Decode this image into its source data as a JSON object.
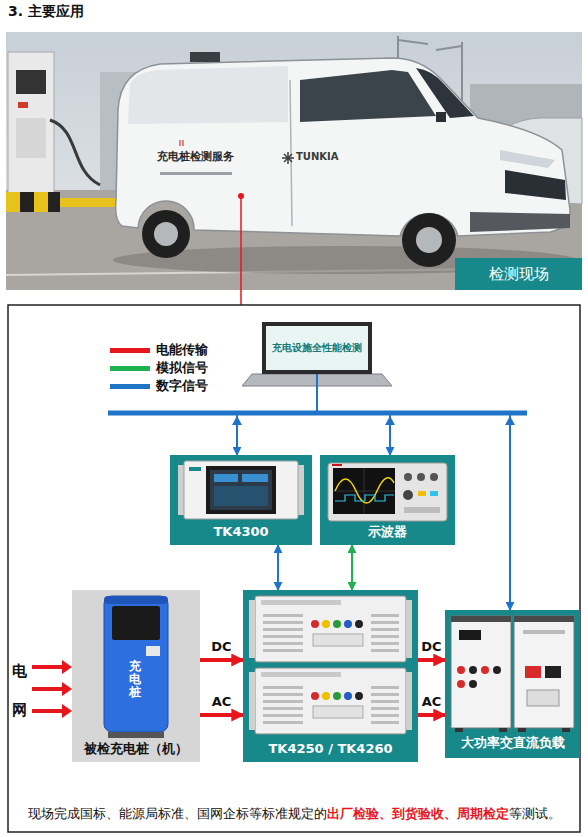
{
  "diagram": {
    "title": "3. 主要应用",
    "nodes": [
      {
        "text": [
          "检测现场"
        ]
      },
      {
        "text": [
          "充电设施全性能检测"
        ]
      },
      {
        "text": [
          "TK4300"
        ]
      },
      {
        "text": [
          "示波器"
        ]
      },
      {
        "text": [
          "充电桩",
          "被检充电桩（机）"
        ]
      },
      {
        "text": [
          "TK4250 / TK4260"
        ]
      },
      {
        "text": [
          "大功率交直流负载"
        ]
      }
    ],
    "edges": [
      {
        "from": 1,
        "to": 2,
        "arrow": "to"
      },
      {
        "from": 1,
        "to": 3,
        "arrow": "to"
      },
      {
        "from": 1,
        "to": 6,
        "arrow": "to"
      },
      {
        "from": 2,
        "to": 5,
        "arrow": "both"
      },
      {
        "from": 3,
        "to": 5,
        "arrow": "both"
      },
      {
        "from": 4,
        "to": 5,
        "label": "DC",
        "arrow": "to"
      },
      {
        "from": 4,
        "to": 5,
        "label": "AC",
        "arrow": "to"
      },
      {
        "from": 5,
        "to": 6,
        "label": "DC",
        "arrow": "to"
      },
      {
        "from": 5,
        "to": 6,
        "label": "AC",
        "arrow": "to"
      }
    ],
    "labels": [
      "充电桩检测服务",
      "TUNKIA",
      "电",
      "网",
      "现场完成国标、能源局标准、国网企标等标准规定的",
      "出厂检验、到货验收、周期检定",
      "等测试。"
    ],
    "legend": [
      {
        "text": "电能传输",
        "color": "#e8161c"
      },
      {
        "text": "模拟信号",
        "color": "#1fb050"
      },
      {
        "text": "数字信号",
        "color": "#1f74c8"
      }
    ]
  }
}
